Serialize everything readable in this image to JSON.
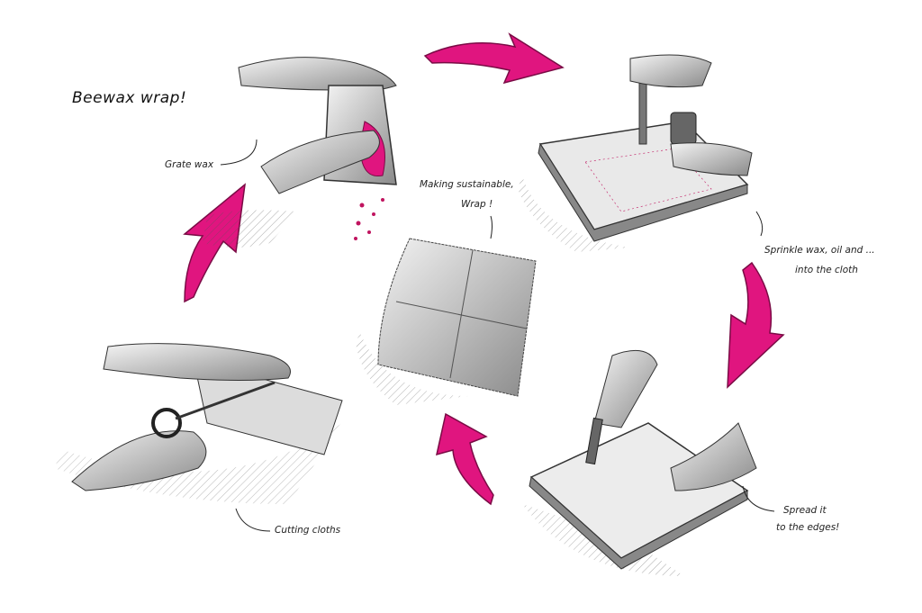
{
  "title": "Beewax wrap!",
  "labels": {
    "grate": "Grate wax",
    "center_line1": "Making sustainable,",
    "center_line2": "Wrap !",
    "sprinkle_line1": "Sprinkle wax, oil and ...",
    "sprinkle_line2": "into the cloth",
    "cutting": "Cutting cloths",
    "spread_line1": "Spread it",
    "spread_line2": "to the edges!"
  },
  "colors": {
    "accent": "#e0157f",
    "ink": "#222222",
    "shade": "#9a9a9a"
  }
}
